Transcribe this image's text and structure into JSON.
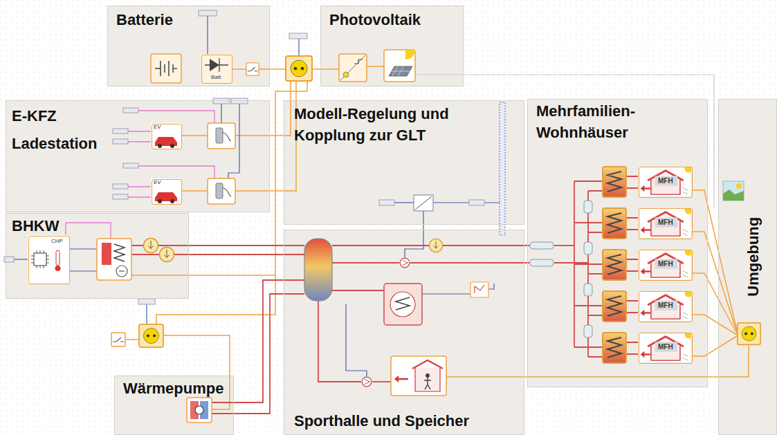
{
  "diagram": {
    "nodes": [
      {
        "text": [
          "Batterie"
        ]
      },
      {
        "text": [
          "Batt"
        ],
        "in": 0
      },
      {
        "text": [
          "Photovoltaik"
        ]
      },
      {
        "text": [
          "E-KFZ Ladestation"
        ]
      },
      {
        "text": [
          "EV"
        ],
        "in": 3
      },
      {
        "text": [
          "EV"
        ],
        "in": 3
      },
      {
        "text": [
          "BHKW"
        ]
      },
      {
        "text": [
          "CHP"
        ],
        "in": 6
      },
      {
        "text": [
          "Modell-Regelung und Kopplung zur GLT"
        ]
      },
      {
        "text": [
          "Mehrfamilien-Wohnhäuser"
        ]
      },
      {
        "text": [
          "MFH"
        ],
        "in": 9
      },
      {
        "text": [
          "MFH"
        ],
        "in": 9
      },
      {
        "text": [
          "MFH"
        ],
        "in": 9
      },
      {
        "text": [
          "MFH"
        ],
        "in": 9
      },
      {
        "text": [
          "MFH"
        ],
        "in": 9
      },
      {
        "text": [
          "Umgebung"
        ]
      },
      {
        "text": [
          "Wärmepumpe"
        ]
      },
      {
        "text": [
          "Sporthalle und Speicher"
        ]
      }
    ]
  }
}
